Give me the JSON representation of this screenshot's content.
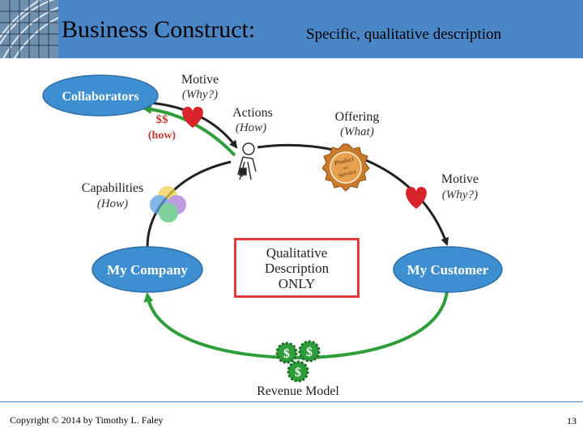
{
  "header": {
    "title": "Business Construct:",
    "subtitle": "Specific, qualitative description"
  },
  "diagram": {
    "collaborators": "Collaborators",
    "my_company": "My Company",
    "my_customer": "My Customer",
    "motive_top": {
      "label": "Motive",
      "sub": "(Why?)"
    },
    "motive_right": {
      "label": "Motive",
      "sub": "(Why?)"
    },
    "money": {
      "label": "$$",
      "sub": "(how)"
    },
    "actions": {
      "label": "Actions",
      "sub": "(How)"
    },
    "offering": {
      "label": "Offering",
      "sub": "(What)"
    },
    "capabilities": {
      "label": "Capabilities",
      "sub": "(How)"
    },
    "badge": {
      "line1": "Product",
      "line2": "or",
      "line3": "Service"
    },
    "coin_symbol": "$",
    "qualitative_box": [
      "Qualitative",
      "Description",
      "ONLY"
    ],
    "revenue_model": "Revenue Model"
  },
  "colors": {
    "header_blue": "#4a86c6",
    "ellipse_blue": "#3d8fd1",
    "arrow_green": "#2e9e3a",
    "money_red": "#c0392b",
    "heart_red": "#d8232a",
    "box_red": "#e23b3b",
    "badge_orange": "#c97a2c"
  },
  "footer": {
    "copyright": "Copyright © 2014 by Timothy L. Faley",
    "page_number": "13"
  }
}
